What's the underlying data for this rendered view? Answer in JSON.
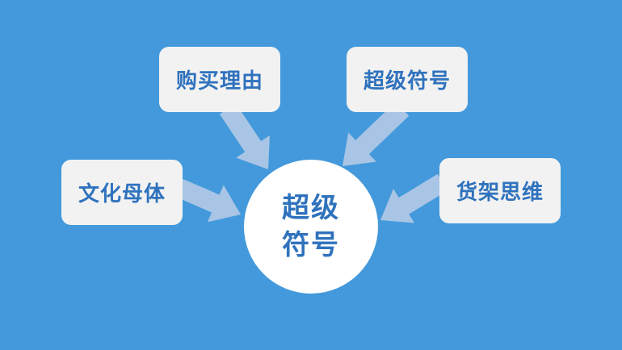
{
  "center": {
    "line1": "超级",
    "line2": "符号"
  },
  "nodes": [
    {
      "label": "购买理由"
    },
    {
      "label": "超级符号"
    },
    {
      "label": "文化母体"
    },
    {
      "label": "货架思维"
    }
  ],
  "colors": {
    "background": "#4399db",
    "box": "#f2f2f2",
    "text": "#2f72bd",
    "arrow": "#a8c5e5"
  }
}
